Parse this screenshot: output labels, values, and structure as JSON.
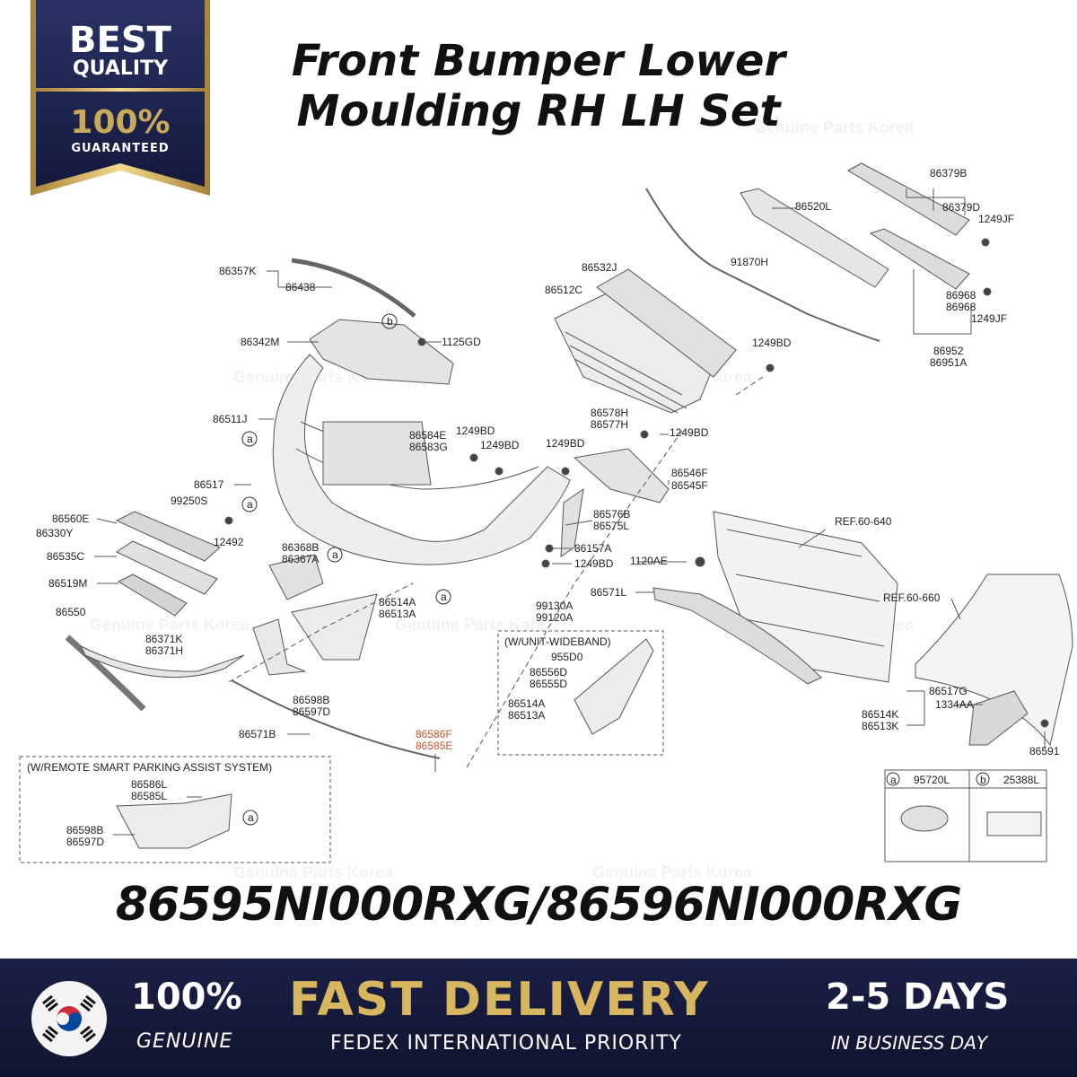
{
  "badge": {
    "line1": "BEST",
    "line2": "QUALITY",
    "line3": "100%",
    "line4": "GUARANTEED"
  },
  "title": {
    "line1": "Front Bumper Lower",
    "line2": "Moulding RH LH Set"
  },
  "watermark": "Genuine Parts Korea",
  "part_number": "86595NI000RXG/86596NI000RXG",
  "labels": {
    "l86357K": "86357K",
    "l86438": "86438",
    "l86342M": "86342M",
    "lb_top": "b",
    "l1125GD": "1125GD",
    "l86511J": "86511J",
    "la1": "a",
    "l86517": "86517",
    "la2": "a",
    "l99250S": "99250S",
    "l12492": "12492",
    "l86560E": "86560E",
    "l86330Y": "86330Y",
    "l86535C": "86535C",
    "l86519M": "86519M",
    "l86550": "86550",
    "l86371K": "86371K",
    "l86371H": "86371H",
    "l86368B": "86368B",
    "l86367A": "86367A",
    "la3": "a",
    "la4": "a",
    "l86514A_1": "86514A",
    "l86513A_1": "86513A",
    "l86598B_1": "86598B",
    "l86597D_1": "86597D",
    "l86571B": "86571B",
    "l86586F": "86586F",
    "l86585E": "86585E",
    "l86584E": "86584E",
    "l86583G": "86583G",
    "l1249BD_1": "1249BD",
    "l1249BD_2": "1249BD",
    "l1249BD_3": "1249BD",
    "l86578H": "86578H",
    "l86577H": "86577H",
    "l1249BD_4": "1249BD",
    "l86546F": "86546F",
    "l86545F": "86545F",
    "l86576B": "86576B",
    "l86575L": "86575L",
    "l86157A": "86157A",
    "l1249BD_5": "1249BD",
    "l99130A": "99130A",
    "l99120A": "99120A",
    "l86532J": "86532J",
    "l86512C": "86512C",
    "l91870H": "91870H",
    "l1249BD_6": "1249BD",
    "l86520L": "86520L",
    "l86379B": "86379B",
    "l86379D": "86379D",
    "l1249JF_1": "1249JF",
    "l86968_1": "86968",
    "l86968_2": "86968",
    "l1249JF_2": "1249JF",
    "l86952": "86952",
    "l86951A": "86951A",
    "l1120AE": "1120AE",
    "l86571L": "86571L",
    "lref640": "REF.60-640",
    "lref660": "REF.60-660",
    "l86517G": "86517G",
    "l1334AA": "1334AA",
    "l86514K": "86514K",
    "l86513K": "86513K",
    "l86591": "86591",
    "wide_title": "(W/UNIT-WIDEBAND)",
    "l955D0": "955D0",
    "l86556D": "86556D",
    "l86555D": "86555D",
    "l86514A_2": "86514A",
    "l86513A_2": "86513A",
    "rspa_title": "(W/REMOTE SMART PARKING ASSIST SYSTEM)",
    "l86586L": "86586L",
    "l86585L": "86585L",
    "l86598B_2": "86598B",
    "l86597D_2": "86597D",
    "la5": "a"
  },
  "legend": {
    "a_key": "a",
    "a_part": "95720L",
    "b_key": "b",
    "b_part": "25388L"
  },
  "footer": {
    "pct": "100%",
    "genuine": "GENUINE",
    "fast": "FAST DELIVERY",
    "fedex": "FEDEX INTERNATIONAL PRIORITY",
    "days": "2-5 DAYS",
    "business": "IN BUSINESS DAY"
  },
  "colors": {
    "navy": "#1a2047",
    "gold": "#d8b65f",
    "highlight": "#c9552d"
  },
  "icons": {
    "flag": "korea-flag-icon"
  }
}
